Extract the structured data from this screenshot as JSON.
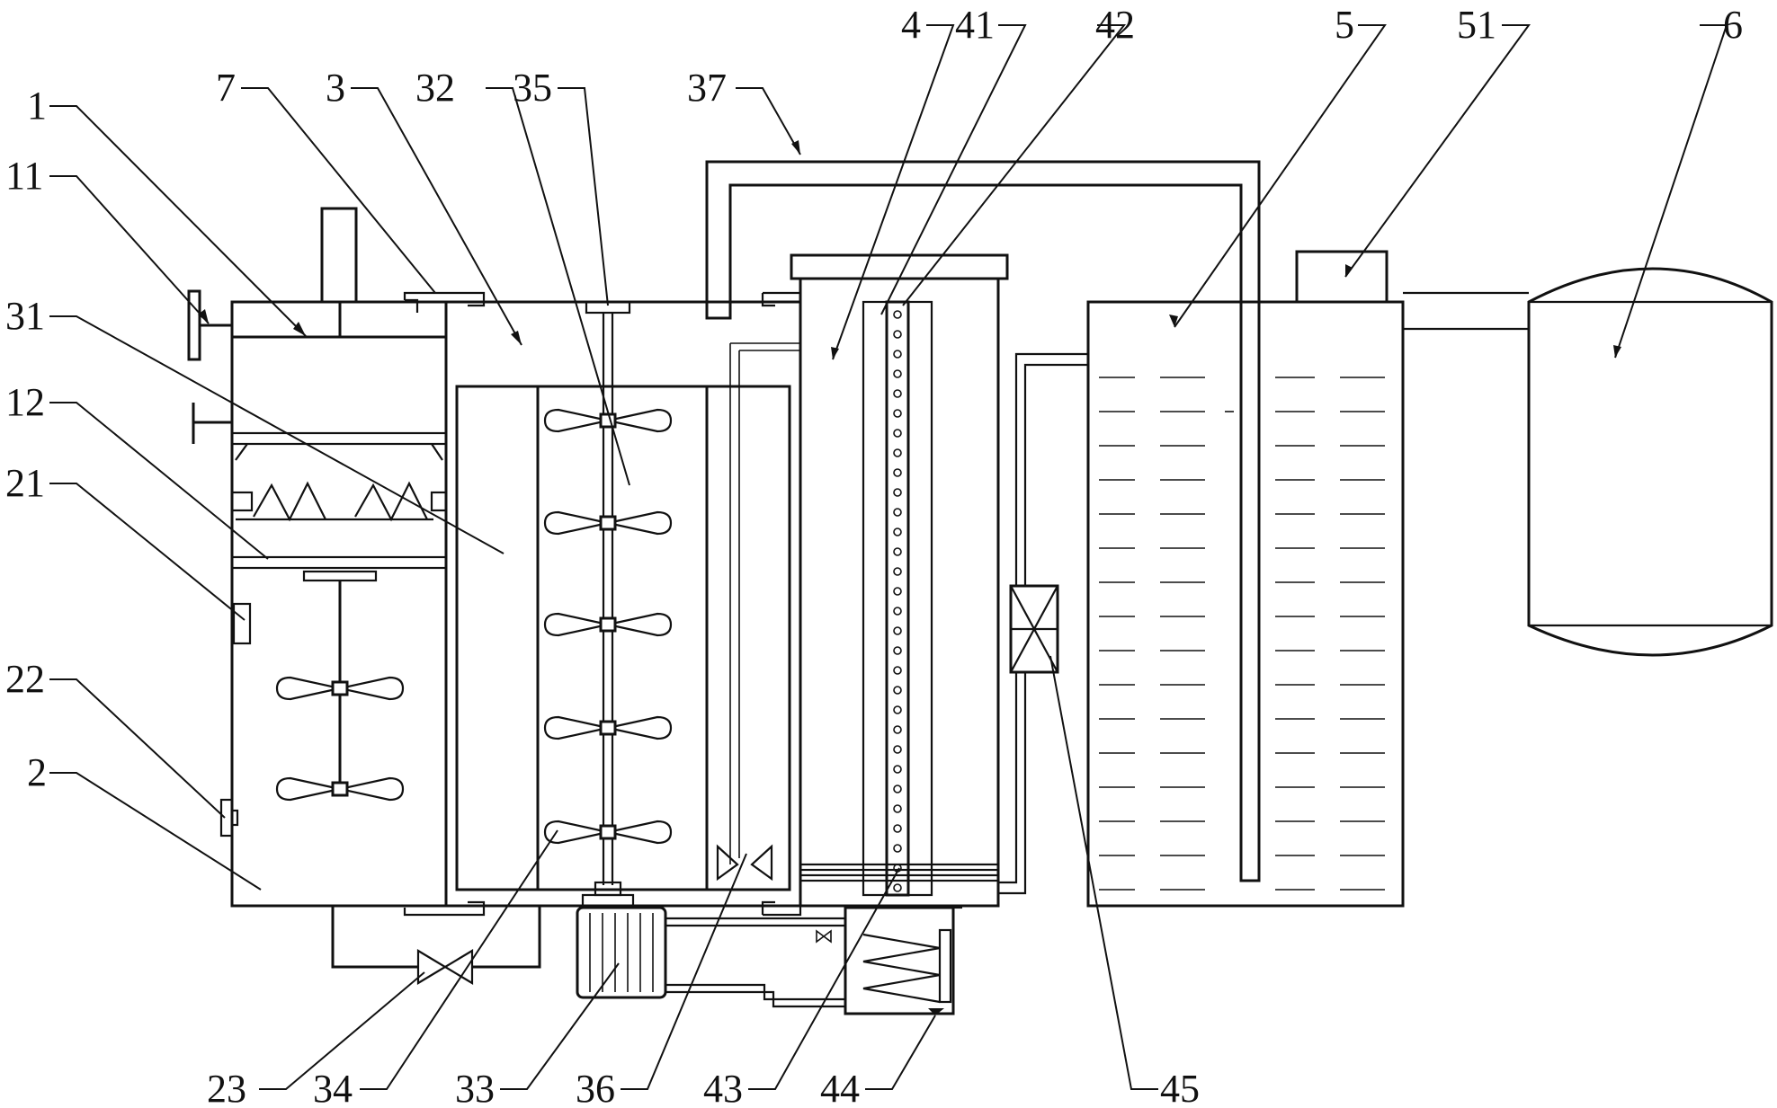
{
  "labels": {
    "l1": "1",
    "l11": "11",
    "l12": "12",
    "l2": "2",
    "l21": "21",
    "l22": "22",
    "l23": "23",
    "l3": "3",
    "l31": "31",
    "l32": "32",
    "l33": "33",
    "l34": "34",
    "l35": "35",
    "l36": "36",
    "l37": "37",
    "l4": "4",
    "l41": "41",
    "l42": "42",
    "l43": "43",
    "l44": "44",
    "l45": "45",
    "l5": "5",
    "l51": "51",
    "l6": "6",
    "l7": "7"
  }
}
